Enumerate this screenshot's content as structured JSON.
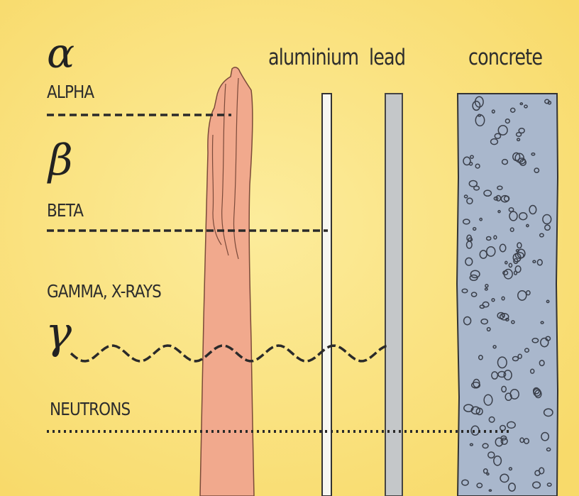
{
  "particles": {
    "alpha": {
      "symbol": "α",
      "name": "ALPHA"
    },
    "beta": {
      "symbol": "β",
      "name": "BETA"
    },
    "gamma": {
      "symbol": "γ",
      "name": "GAMMA, X-RAYS"
    },
    "neutrons": {
      "name": "NEUTRONS"
    }
  },
  "materials": {
    "aluminium": "aluminium",
    "lead": "lead",
    "concrete": "concrete"
  },
  "colors": {
    "background": "#fbe58a",
    "hand": "#f1a98d",
    "aluminium": "#f6f7f2",
    "lead": "#c4c7c9",
    "concrete": "#a9b7cc",
    "ink": "#2a2a2a"
  }
}
